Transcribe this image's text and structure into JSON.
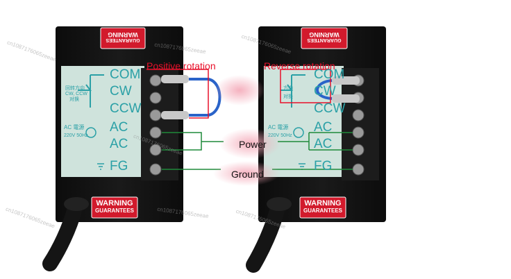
{
  "annotations": {
    "positive_rotation": "Positive rotation",
    "reverse_rotation": "Reverse rotation",
    "power": "Power",
    "ground": "Ground"
  },
  "left_panel": {
    "terminals": [
      "COM",
      "CW",
      "CCW",
      "AC",
      "AC",
      "FG"
    ],
    "direction_note": [
      "回转方向",
      "CW, CCW",
      "对换"
    ],
    "ac_note": [
      "AC 電源",
      "220V 50Hz"
    ],
    "warning_top": [
      "WARNING",
      "GUARANTEES"
    ],
    "warning_bottom": [
      "WARNING",
      "GUARANTEES"
    ]
  },
  "right_panel": {
    "terminals": [
      "COM",
      "CW",
      "CCW",
      "AC",
      "AC",
      "FG"
    ],
    "direction_note": [
      "方向",
      "对换"
    ],
    "ac_note": [
      "AC 電源",
      "220V 50Hz"
    ],
    "warning_top": [
      "WARNING",
      "GUARANTEES"
    ],
    "warning_bottom": [
      "WARNING",
      "GUARANTEES"
    ]
  },
  "watermark": "cn1087176065zeeae",
  "colors": {
    "panel": "#101010",
    "label_board": "#cfe3dc",
    "terminal_text": "#2aa0a6",
    "warning_red": "#d21a2c",
    "annotation_red": "#e8102a",
    "wire_red": "#e8102a",
    "wire_blue": "#2a63c9",
    "connector_green": "#1f8a3a"
  }
}
